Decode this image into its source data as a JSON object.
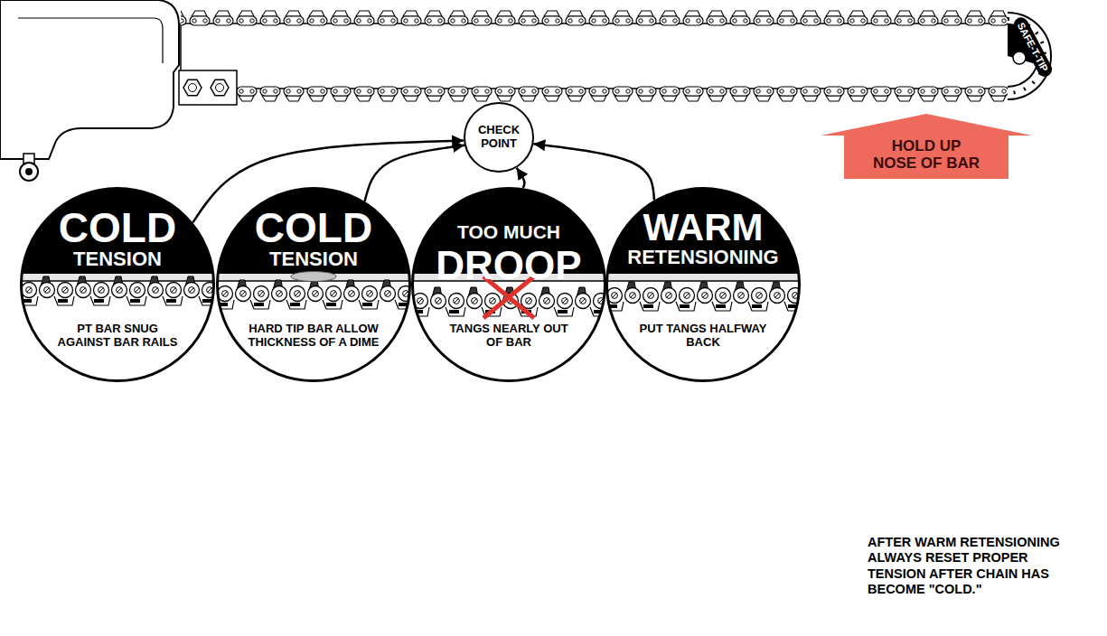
{
  "diagram": {
    "nodes": [
      {
        "text": [
          "CHECK POINT"
        ]
      },
      {
        "text": [
          "HOLD UP NOSE OF BAR"
        ]
      },
      {
        "text": [
          "COLD TENSION",
          "PT BAR SNUG AGAINST BAR RAILS"
        ]
      },
      {
        "text": [
          "COLD TENSION",
          "HARD TIP BAR ALLOW THICKNESS OF A DIME"
        ]
      },
      {
        "text": [
          "TOO MUCH DROOP",
          "TANGS NEARLY OUT OF BAR"
        ]
      },
      {
        "text": [
          "WARM RETENSIONING",
          "PUT TANGS HALFWAY BACK"
        ]
      }
    ],
    "edges": [
      {
        "from": 2,
        "to": 0,
        "arrow": "to"
      },
      {
        "from": 3,
        "to": 0,
        "arrow": "to"
      },
      {
        "from": 4,
        "to": 0,
        "arrow": "to"
      },
      {
        "from": 5,
        "to": 0,
        "arrow": "to"
      }
    ],
    "labels": [
      "SAFE-T-TIP",
      "AFTER WARM RETENSIONING ALWAYS RESET PROPER TENSION AFTER CHAIN HAS BECOME \"COLD.\""
    ]
  }
}
